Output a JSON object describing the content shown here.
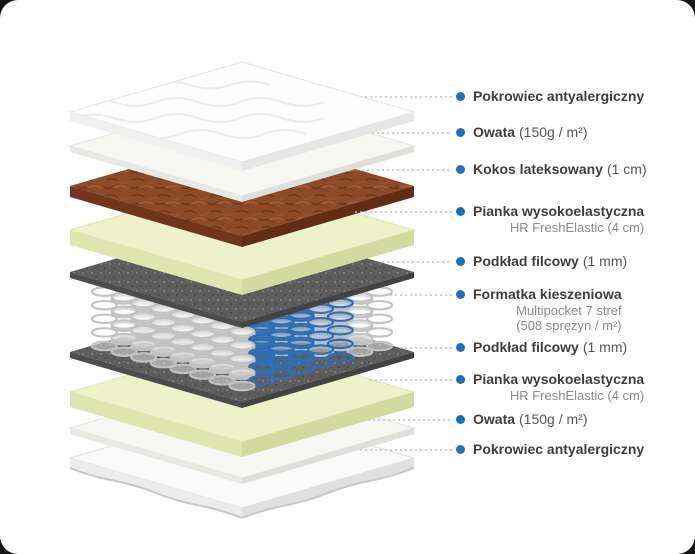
{
  "colors": {
    "accent_blue": "#1d71b8",
    "spring_blue": "#2f6eb5",
    "title_text": "#3e3e3e",
    "secondary_text": "#8a8a8a",
    "leader_line": "#bfbfbf",
    "coconut_brown": "#8d4a28",
    "foam_yellow": "#edf2cb",
    "felt_gray": "#5d5d5d"
  },
  "labels": [
    {
      "title": "Pokrowiec antyalergiczny",
      "detail": "",
      "sub1": "",
      "sub2": ""
    },
    {
      "title": "Owata",
      "detail": "(150g / m²)",
      "sub1": "",
      "sub2": ""
    },
    {
      "title": "Kokos lateksowany",
      "detail": "(1 cm)",
      "sub1": "",
      "sub2": ""
    },
    {
      "title": "Pianka wysokoelastyczna",
      "detail": "",
      "sub1": "HR FreshElastic (4 cm)",
      "sub2": ""
    },
    {
      "title": "Podkład filcowy",
      "detail": "(1 mm)",
      "sub1": "",
      "sub2": ""
    },
    {
      "title": "Formatka kieszeniowa",
      "detail": "",
      "sub1": "Multipocket 7 stref",
      "sub2": "(508 sprężyn / m²)"
    },
    {
      "title": "Podkład filcowy",
      "detail": "(1 mm)",
      "sub1": "",
      "sub2": ""
    },
    {
      "title": "Pianka wysokoelastyczna",
      "detail": "",
      "sub1": "HR FreshElastic (4 cm)",
      "sub2": ""
    },
    {
      "title": "Owata",
      "detail": "(150g / m²)",
      "sub1": "",
      "sub2": ""
    },
    {
      "title": "Pokrowiec antyalergiczny",
      "detail": "",
      "sub1": "",
      "sub2": ""
    }
  ]
}
